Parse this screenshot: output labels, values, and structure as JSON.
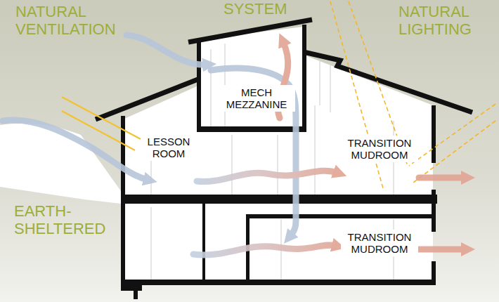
{
  "diagram": {
    "nodes": [
      {
        "text": [
          "MECH MEZZANINE"
        ]
      },
      {
        "text": [
          "LESSON ROOM"
        ]
      },
      {
        "text": [
          "TRANSITION MUDROOM"
        ]
      },
      {
        "text": [
          "TRANSITION MUDROOM"
        ]
      }
    ],
    "labels": [
      "NATURAL VENTILATION",
      "SYSTEM",
      "NATURAL LIGHTING",
      "EARTH-SHELTERED"
    ]
  }
}
